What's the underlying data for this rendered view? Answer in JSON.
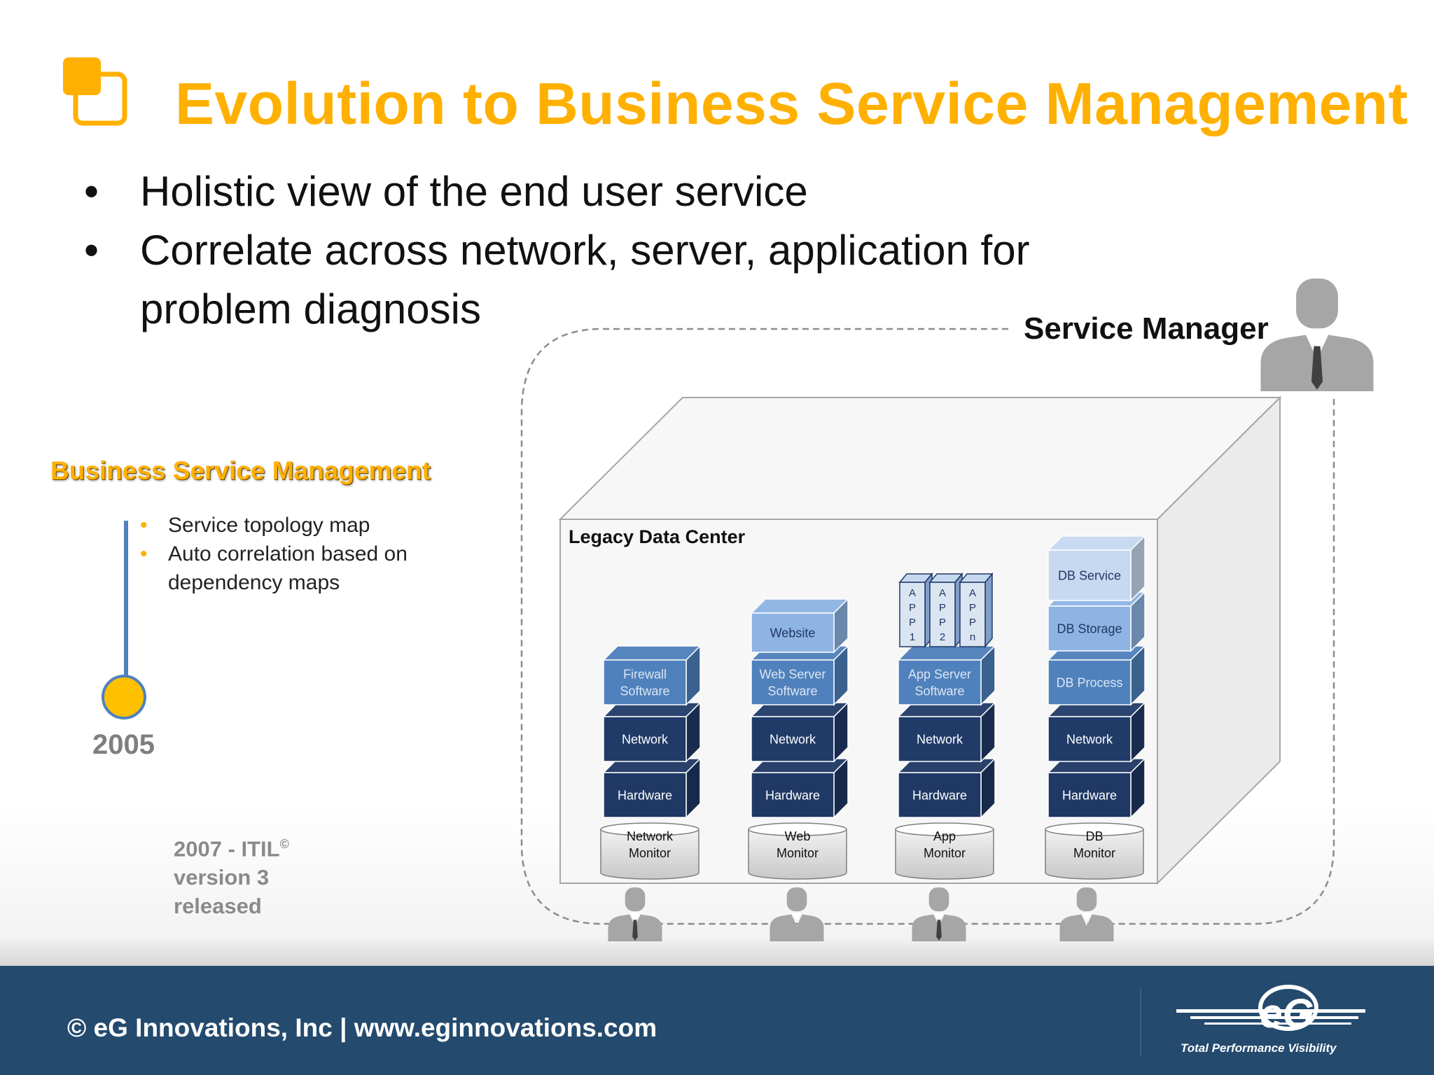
{
  "slide": {
    "title": "Evolution to Business Service Management",
    "bullets": [
      "Holistic view of the end user service",
      "Correlate across network, server, application for problem diagnosis"
    ]
  },
  "service_manager_label": "Service Manager",
  "timeline": {
    "heading": "Business Service Management",
    "items": [
      "Service topology map",
      "Auto correlation based on dependency maps"
    ],
    "year": "2005",
    "note_line1": "2007 - ITIL",
    "note_sup": "©",
    "note_line2": "version 3",
    "note_line3": "released"
  },
  "diagram": {
    "label": "Legacy Data Center",
    "columns": [
      {
        "top": [],
        "software": [
          "Firewall",
          "Software"
        ],
        "network": "Network",
        "hardware": "Hardware",
        "monitor": [
          "Network",
          "Monitor"
        ]
      },
      {
        "top": [
          "Website"
        ],
        "software": [
          "Web Server",
          "Software"
        ],
        "network": "Network",
        "hardware": "Hardware",
        "monitor": [
          "Web",
          "Monitor"
        ]
      },
      {
        "top": [],
        "software": [
          "App Server",
          "Software"
        ],
        "network": "Network",
        "hardware": "Hardware",
        "monitor": [
          "App",
          "Monitor"
        ]
      },
      {
        "top": [
          "DB Service",
          "DB Storage"
        ],
        "software": [
          "DB Process"
        ],
        "network": "Network",
        "hardware": "Hardware",
        "monitor": [
          "DB",
          "Monitor"
        ]
      }
    ],
    "apps": [
      [
        "A",
        "P",
        "P",
        "1"
      ],
      [
        "A",
        "P",
        "P",
        "2"
      ],
      [
        "A",
        "P",
        "P",
        "n"
      ]
    ]
  },
  "footer": {
    "text": "© eG Innovations, Inc  |  www.eginnovations.com",
    "logo_text": "eG",
    "tagline": "Total Performance Visibility"
  },
  "colors": {
    "accent": "#ffb000",
    "footer_bg": "#244a6e",
    "dark_block": "#1f3864",
    "mid_block": "#4f81bd",
    "light_block": "#8eb4e3",
    "person": "#a6a6a6"
  }
}
